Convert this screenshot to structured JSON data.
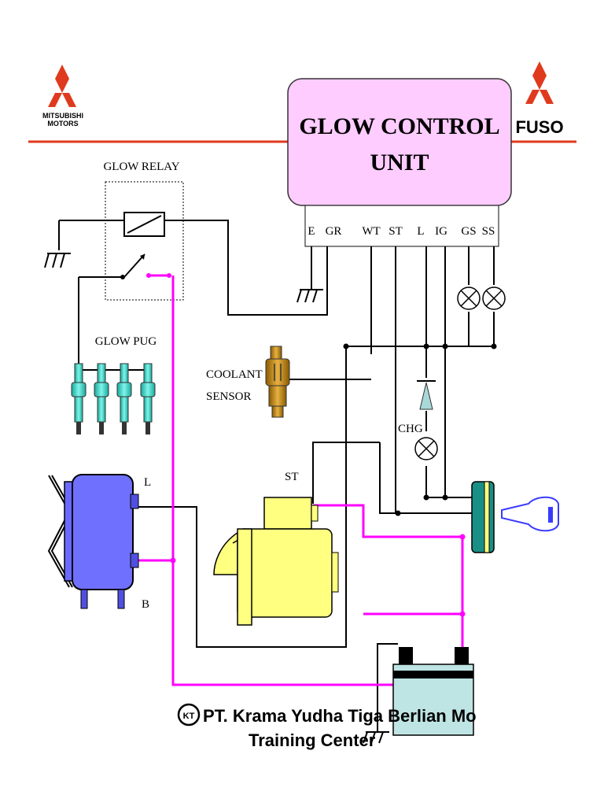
{
  "branding": {
    "left_logo_line1": "MITSUBISHI",
    "left_logo_line2": "MOTORS",
    "right_logo_text": "FUSO",
    "accent_color": "#e03a1e"
  },
  "control_unit": {
    "title_line1": "GLOW CONTROL",
    "title_line2": "UNIT",
    "fill_color": "#ffccff",
    "terminals": [
      "E",
      "GR",
      "WT",
      "ST",
      "L",
      "IG",
      "GS",
      "SS"
    ]
  },
  "labels": {
    "glow_relay": "GLOW RELAY",
    "glow_plug": "GLOW PUG",
    "coolant_sensor_line1": "COOLANT",
    "coolant_sensor_line2": "SENSOR",
    "chg": "CHG",
    "starter": "ST",
    "alternator_l": "L",
    "alternator_b": "B"
  },
  "footer": {
    "company": "PT. Krama Yudha Tiga Berlian Mo",
    "subtitle": "Training Center",
    "logo_text": "KT"
  },
  "wire_colors": {
    "signal": "#000000",
    "power": "#ff00ff"
  }
}
